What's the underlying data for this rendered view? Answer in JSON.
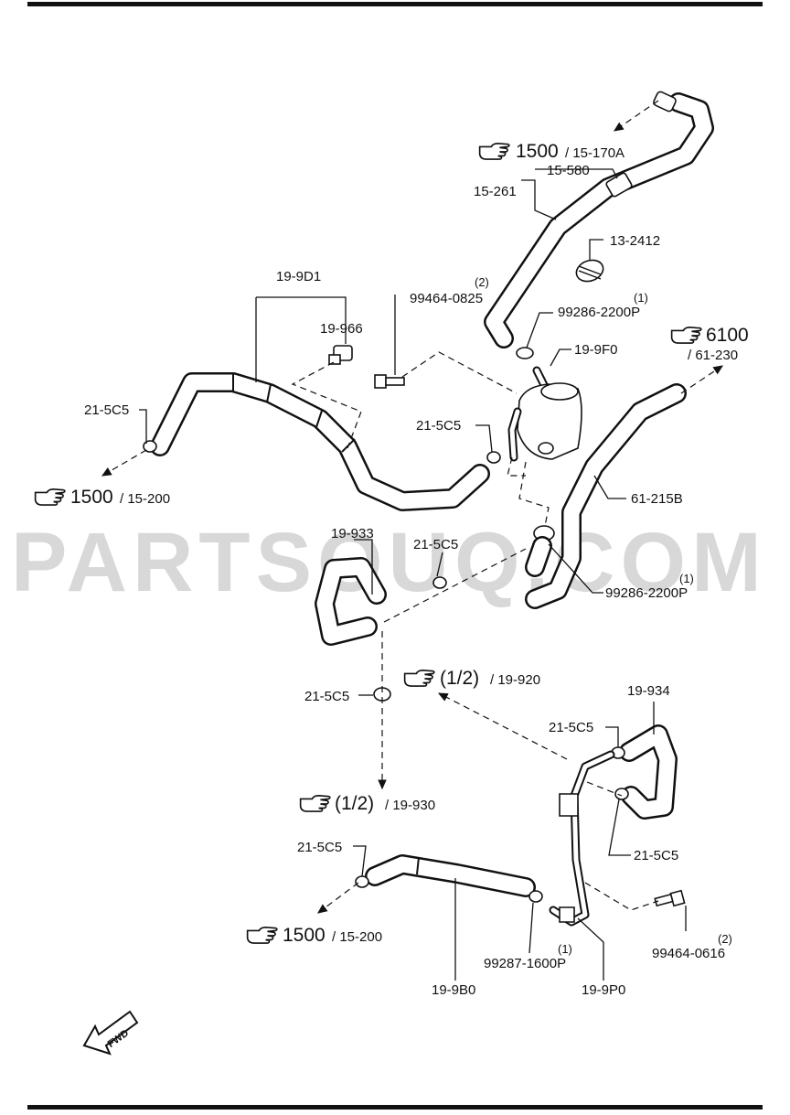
{
  "watermark": "PARTSOUQ.COM",
  "fwd_label": "FWD",
  "part_labels": {
    "p15_261": "15-261",
    "p15_580": "15-580",
    "p13_2412": "13-2412",
    "p99286_2200p_top": "99286-2200P",
    "p99286_2200p_top_qty": "(1)",
    "p19_9f0": "19-9F0",
    "p99464_0825": "99464-0825",
    "p99464_0825_qty": "(2)",
    "p19_9d1": "19-9D1",
    "p19_966": "19-966",
    "p21_5c5_left": "21-5C5",
    "p21_5c5_center": "21-5C5",
    "p61_215b": "61-215B",
    "p19_933": "19-933",
    "p21_5c5_mid": "21-5C5",
    "p99286_2200p_mid": "99286-2200P",
    "p99286_2200p_mid_qty": "(1)",
    "p21_5c5_lower": "21-5C5",
    "p19_934": "19-934",
    "p21_5c5_right_top": "21-5C5",
    "p21_5c5_right_bottom": "21-5C5",
    "p21_5c5_bottom_left": "21-5C5",
    "p99464_0616": "99464-0616",
    "p99464_0616_qty": "(2)",
    "p99287_1600p": "99287-1600P",
    "p99287_1600p_qty": "(1)",
    "p19_9b0": "19-9B0",
    "p19_9p0": "19-9P0"
  },
  "references": {
    "ref_top": {
      "num": "1500",
      "page": "/ 15-170A"
    },
    "ref_left": {
      "num": "1500",
      "page": "/ 15-200"
    },
    "ref_right": {
      "num": "6100",
      "page": "/ 61-230"
    },
    "ref_mid": {
      "num": "(1/2)",
      "page": "/ 19-920"
    },
    "ref_lower": {
      "num": "(1/2)",
      "page": "/ 19-930"
    },
    "ref_bottom": {
      "num": "1500",
      "page": "/ 15-200"
    }
  },
  "icons": [
    "pointing-hand-icon",
    "fwd-arrow-icon",
    "hose-clamp-icon",
    "bolt-icon",
    "bracket-icon"
  ],
  "colors": {
    "line": "#111111",
    "background": "#ffffff",
    "watermark": "#d8d8d8"
  }
}
